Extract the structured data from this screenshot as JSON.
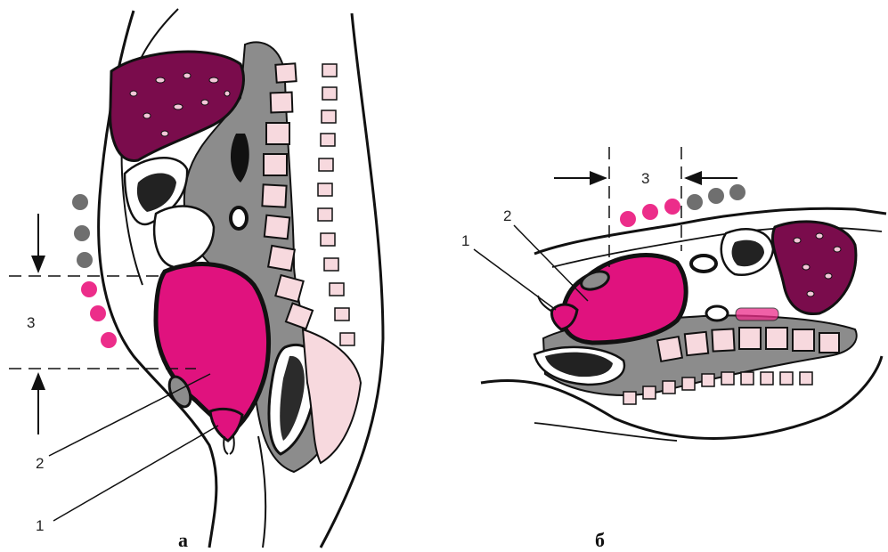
{
  "panel_a": {
    "caption": "а",
    "labels": {
      "one": "1",
      "two": "2",
      "three": "3"
    }
  },
  "panel_b": {
    "caption": "б",
    "labels": {
      "one": "1",
      "two": "2",
      "three": "3"
    }
  },
  "colors": {
    "bladder": "#e0127e",
    "liver": "#7a0c4c",
    "bone_gray": "#8c8c8c",
    "vertebra_pink": "#f7d9de",
    "dot_gray": "#6f6f6f",
    "dot_pink": "#ec2d8a"
  }
}
